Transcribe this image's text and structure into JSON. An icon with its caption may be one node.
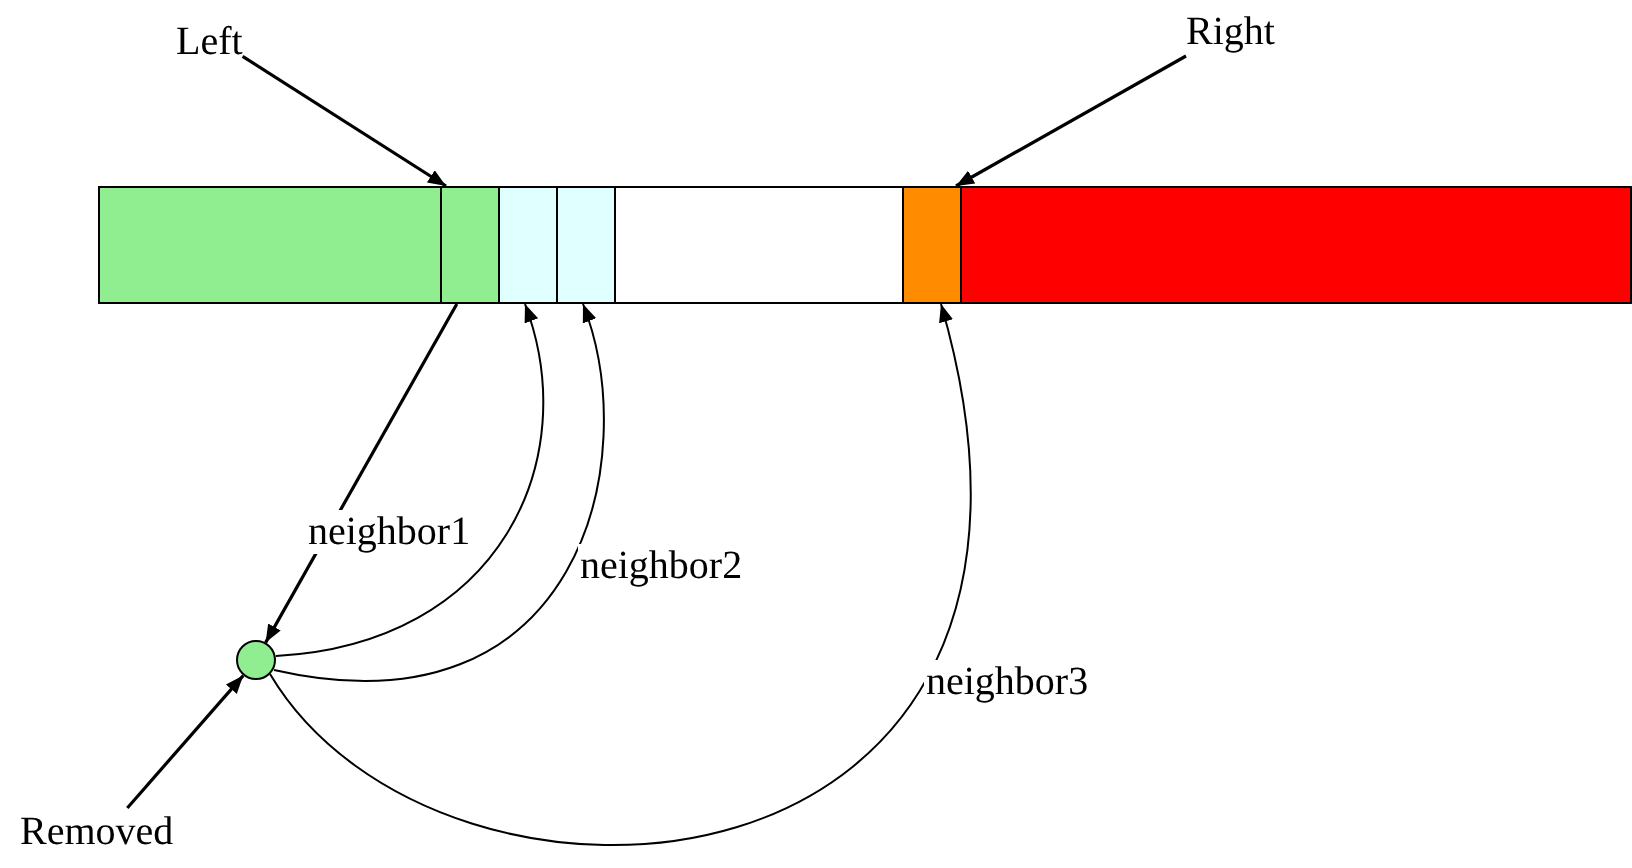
{
  "diagram": {
    "nodes": [
      {
        "text": [
          "Left"
        ]
      },
      {
        "text": [
          "Right"
        ]
      },
      {
        "text": [],
        "shape": "box"
      },
      {
        "text": [],
        "shape": "box"
      },
      {
        "text": [],
        "shape": "box"
      },
      {
        "text": [],
        "shape": "box"
      },
      {
        "text": [],
        "shape": "box"
      },
      {
        "text": [],
        "shape": "box"
      },
      {
        "text": [],
        "shape": "box"
      },
      {
        "text": [],
        "shape": "circle"
      },
      {
        "text": [
          "Removed"
        ]
      }
    ],
    "edges": [
      {
        "from": 0,
        "to": 3,
        "arrow": "to"
      },
      {
        "from": 1,
        "to": 7,
        "arrow": "to"
      },
      {
        "from": 3,
        "to": 9,
        "arrow": "to"
      },
      {
        "from": 9,
        "to": 4,
        "arrow": "to",
        "label": "neighbor1"
      },
      {
        "from": 9,
        "to": 5,
        "arrow": "to",
        "label": "neighbor2"
      },
      {
        "from": 9,
        "to": 7,
        "arrow": "to",
        "label": "neighbor3"
      },
      {
        "from": 10,
        "to": 9,
        "arrow": "to"
      }
    ]
  }
}
